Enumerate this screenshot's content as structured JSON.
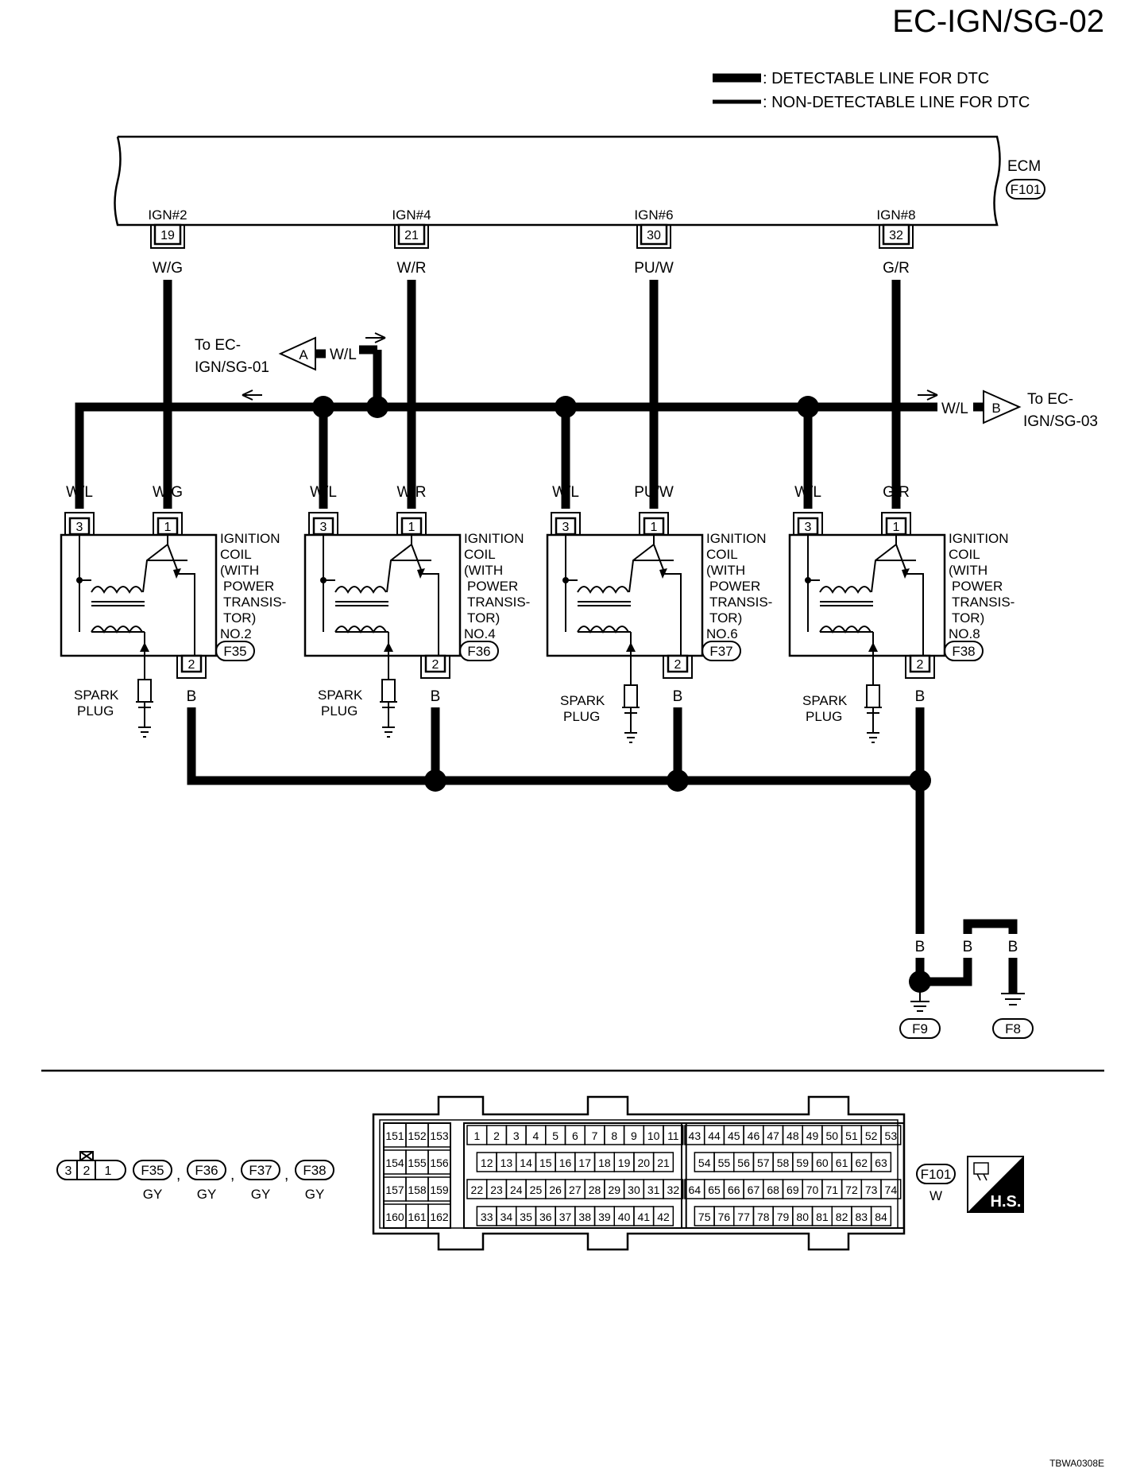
{
  "page_title": "EC-IGN/SG-02",
  "legend": {
    "detectable": ": DETECTABLE LINE FOR DTC",
    "non_detectable": ": NON-DETECTABLE LINE FOR DTC"
  },
  "ecm": {
    "label": "ECM",
    "connector": "F101"
  },
  "channels": [
    {
      "signal": "IGN#2",
      "pin": "19",
      "wire": "W/G",
      "connector": "F35",
      "coil": [
        "IGNITION",
        "COIL",
        "(WITH",
        "POWER",
        "TRANSIS-",
        "TOR)",
        "NO.2"
      ]
    },
    {
      "signal": "IGN#4",
      "pin": "21",
      "wire": "W/R",
      "connector": "F36",
      "coil": [
        "IGNITION",
        "COIL",
        "(WITH",
        "POWER",
        "TRANSIS-",
        "TOR)",
        "NO.4"
      ]
    },
    {
      "signal": "IGN#6",
      "pin": "30",
      "wire": "PU/W",
      "connector": "F37",
      "coil": [
        "IGNITION",
        "COIL",
        "(WITH",
        "POWER",
        "TRANSIS-",
        "TOR)",
        "NO.6"
      ]
    },
    {
      "signal": "IGN#8",
      "pin": "32",
      "wire": "G/R",
      "connector": "F38",
      "coil": [
        "IGNITION",
        "COIL",
        "(WITH",
        "POWER",
        "TRANSIS-",
        "TOR)",
        "NO.8"
      ]
    }
  ],
  "coil_pins": {
    "power": "3",
    "signal": "1",
    "ground": "2"
  },
  "power_wire": "W/L",
  "ground_wire": "B",
  "spark_plug": [
    "SPARK",
    "PLUG"
  ],
  "offpage_a": {
    "letter": "A",
    "wire": "W/L",
    "text": [
      "To EC-",
      "IGN/SG-01"
    ]
  },
  "offpage_b": {
    "letter": "B",
    "wire": "W/L",
    "text": [
      "To EC-",
      "IGN/SG-03"
    ]
  },
  "grounds": [
    "F9",
    "F8"
  ],
  "coil_connector_face": {
    "pins": [
      "3",
      "2",
      "1"
    ],
    "codes": [
      "F35",
      "F36",
      "F37",
      "F38"
    ],
    "color": "GY",
    "separator": ","
  },
  "ecm_connector_face": {
    "code": "F101",
    "color": "W",
    "rows": [
      {
        "left": [
          "151",
          "152",
          "153"
        ],
        "mid": [
          "1",
          "2",
          "3",
          "4",
          "5",
          "6",
          "7",
          "8",
          "9",
          "10",
          "11"
        ],
        "right": [
          "43",
          "44",
          "45",
          "46",
          "47",
          "48",
          "49",
          "50",
          "51",
          "52",
          "53"
        ]
      },
      {
        "left": [
          "154",
          "155",
          "156"
        ],
        "mid": [
          "12",
          "13",
          "14",
          "15",
          "16",
          "17",
          "18",
          "19",
          "20",
          "21"
        ],
        "right": [
          "54",
          "55",
          "56",
          "57",
          "58",
          "59",
          "60",
          "61",
          "62",
          "63"
        ]
      },
      {
        "left": [
          "157",
          "158",
          "159"
        ],
        "mid": [
          "22",
          "23",
          "24",
          "25",
          "26",
          "27",
          "28",
          "29",
          "30",
          "31",
          "32"
        ],
        "right": [
          "64",
          "65",
          "66",
          "67",
          "68",
          "69",
          "70",
          "71",
          "72",
          "73",
          "74"
        ]
      },
      {
        "left": [
          "160",
          "161",
          "162"
        ],
        "mid": [
          "33",
          "34",
          "35",
          "36",
          "37",
          "38",
          "39",
          "40",
          "41",
          "42"
        ],
        "right": [
          "75",
          "76",
          "77",
          "78",
          "79",
          "80",
          "81",
          "82",
          "83",
          "84"
        ]
      }
    ]
  },
  "hs_label": "H.S.",
  "footer_code": "TBWA0308E"
}
